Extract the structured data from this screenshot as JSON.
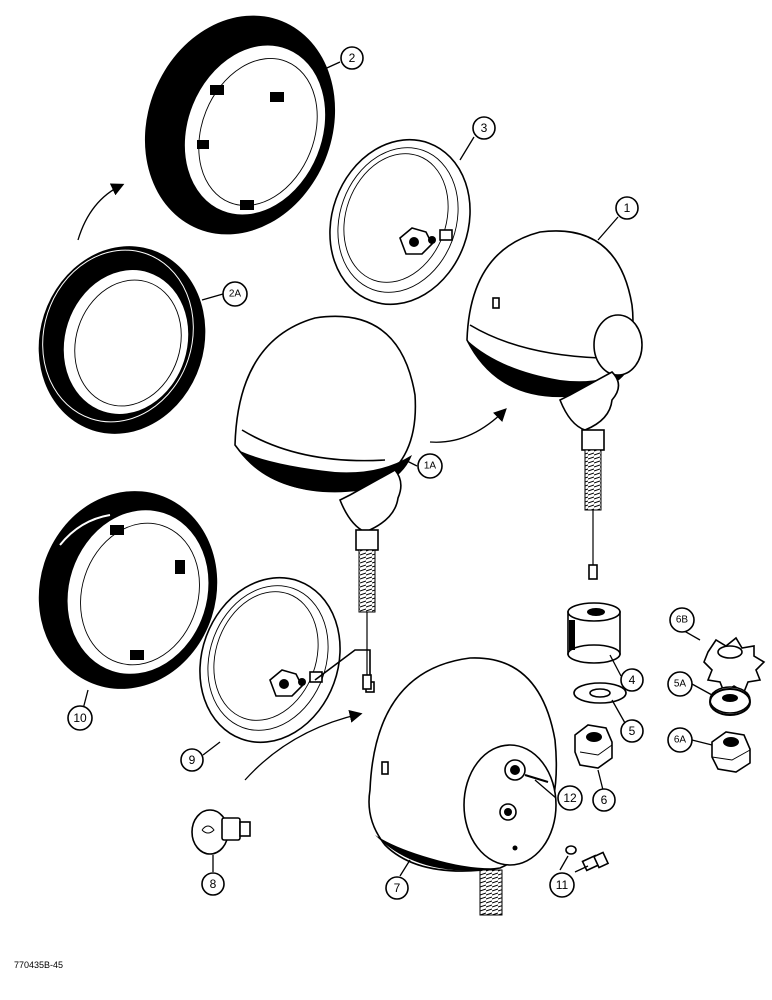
{
  "callouts": {
    "c1": "1",
    "c1a": "1A",
    "c2": "2",
    "c2a": "2A",
    "c3": "3",
    "c4": "4",
    "c5": "5",
    "c5a": "5A",
    "c6": "6",
    "c6a": "6A",
    "c6b": "6B",
    "c7": "7",
    "c8": "8",
    "c9": "9",
    "c10": "10",
    "c11": "11",
    "c12": "12"
  },
  "figure_code": "770435B-45"
}
